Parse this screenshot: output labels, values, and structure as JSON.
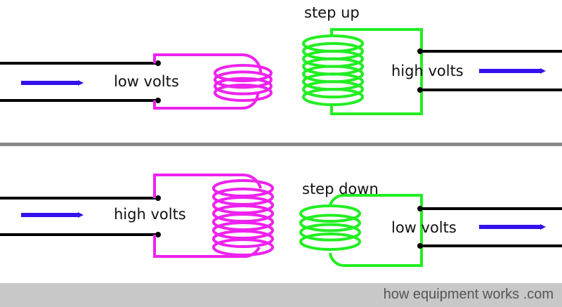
{
  "colors": {
    "primary_coil": "#ee22ee",
    "secondary_coil": "#22ee22",
    "arrow": "#3311ee",
    "wire": "#000000",
    "divider": "#888888",
    "footer_bg": "#c8c8c8"
  },
  "top_panel": {
    "title": "step up",
    "input_label": "low volts",
    "output_label": "high volts",
    "primary_turns": 4,
    "secondary_turns": 8
  },
  "bottom_panel": {
    "title": "step down",
    "input_label": "high volts",
    "output_label": "low volts",
    "primary_turns": 8,
    "secondary_turns": 4
  },
  "footer": {
    "credit": "how equipment works .com"
  }
}
